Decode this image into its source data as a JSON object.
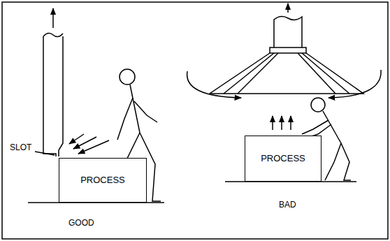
{
  "diagram": {
    "nodes": [
      {
        "text": [
          "PROCESS"
        ]
      },
      {
        "text": [
          "PROCESS"
        ]
      }
    ],
    "labels": [
      "SLOT",
      "GOOD",
      "BAD"
    ]
  }
}
